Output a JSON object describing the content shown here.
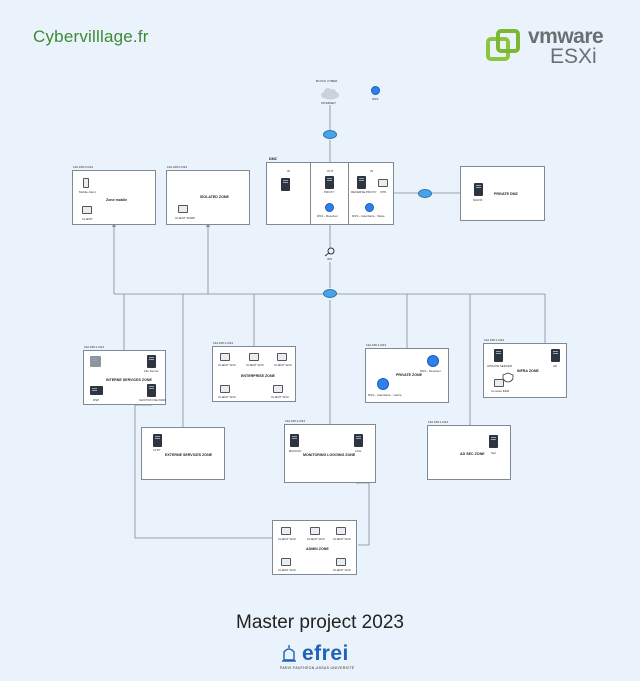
{
  "header": {
    "brand": "Cybervilllage.fr"
  },
  "logo": {
    "vmware": "vmware",
    "esxi": "ESXi"
  },
  "top": {
    "cloud_label": "BLOCK CYBER",
    "internet_label": "INTERNET",
    "dns_label": "DNS"
  },
  "dmz": {
    "title": "DMZ",
    "col1": "IN",
    "col2": "OUT",
    "col3": "IN",
    "proxy": "PROXY",
    "dns_resolver": "DNS - Resolver",
    "reverse_proxy": "REVERSE PROXY",
    "vpn": "VPN",
    "dns_auth": "DNS - Autoritaire - Slave"
  },
  "private_dmz": {
    "title": "PRIVATE DMZ",
    "node": "NGINX"
  },
  "ids_label": "IDS",
  "zones": {
    "dmz_mobile": {
      "ip": "192.168.0.0/24",
      "title": "Zone mobile",
      "item1": "Mobile client",
      "item2": "CLIENT"
    },
    "isolated": {
      "ip": "192.168.0.0/24",
      "title": "ISOLATED ZONE",
      "item": "CLIENT SNMP"
    },
    "internal_services": {
      "ip": "192.168.1.0/24",
      "title": "INTERNE SERVICES ZONE",
      "i1": "",
      "i2": "File Server",
      "i3": "DSP",
      "i4": "GESTION DE PARC"
    },
    "enterprise": {
      "ip": "192.168.1.0/24",
      "title": "ENTERPRISE ZONE",
      "c": "CLIENT W10"
    },
    "private": {
      "ip": "192.168.1.0/24",
      "title": "PRIVATE ZONE",
      "a": "DNS - Resolver",
      "b": "DNS - Autoritaire - maitre"
    },
    "infra": {
      "ip": "192.168.1.0/24",
      "title": "INFRA ZONE",
      "a": "UPDATE SERVER",
      "b": "AD",
      "c": "Console EDR"
    },
    "external": {
      "ip": "192.168.1.0/24",
      "title": "EXTERNE SERVICES ZONE",
      "a": "LFTP"
    },
    "monitoring": {
      "ip": "192.168.1.0/24",
      "title": "MONITORING LOGGING ZONE",
      "a": "BACKUP",
      "b": "LOG"
    },
    "ad_sec": {
      "ip": "192.168.1.0/24",
      "title": "AD SEC ZONE",
      "a": "Sec"
    },
    "admin": {
      "title": "ADMIN ZONE",
      "c": "CLIENT W10"
    }
  },
  "footer": {
    "title": "Master project 2023",
    "school": "efrei",
    "tagline": "PARIS PANTHÉON-ASSAS UNIVERSITÉ"
  },
  "colors": {
    "brand": "#3d8a36",
    "line": "#7f8a96",
    "router": "#4aa3e8",
    "efrei": "#1e63b4"
  }
}
